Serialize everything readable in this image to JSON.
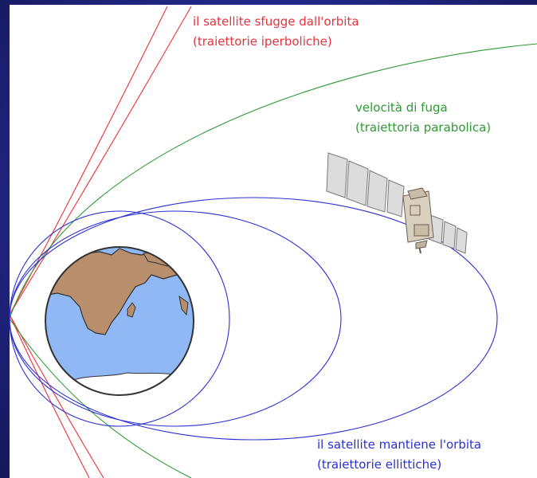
{
  "labels": {
    "hyperbolic_line1": "il satellite sfugge dall'orbita",
    "hyperbolic_line2": "(traiettorie iperboliche)",
    "parabolic_line1": "velocità di fuga",
    "parabolic_line2": "(traiettoria parabolica)",
    "elliptic_line1": "il satellite mantiene l'orbita",
    "elliptic_line2": "(traiettorie ellittiche)"
  },
  "colors": {
    "hyperbolic": "#e8323c",
    "parabolic": "#2e9a34",
    "elliptic": "#2a2fd4",
    "ocean": "#8fb8f5",
    "land": "#b98e6c",
    "ice": "#ffffff",
    "background": "#23288a"
  },
  "icons": [
    "earth-globe",
    "satellite"
  ]
}
